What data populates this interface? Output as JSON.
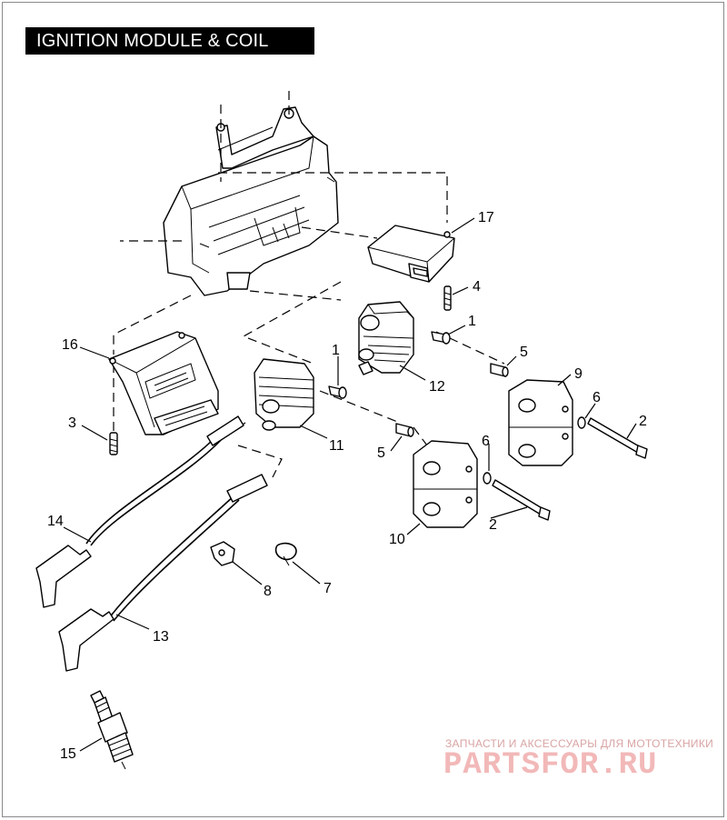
{
  "title": "IGNITION MODULE & COIL",
  "callouts": [
    {
      "id": "c17",
      "label": "17"
    },
    {
      "id": "c4",
      "label": "4"
    },
    {
      "id": "c1a",
      "label": "1"
    },
    {
      "id": "c1b",
      "label": "1"
    },
    {
      "id": "c5a",
      "label": "5"
    },
    {
      "id": "c5b",
      "label": "5"
    },
    {
      "id": "c9",
      "label": "9"
    },
    {
      "id": "c6a",
      "label": "6"
    },
    {
      "id": "c6b",
      "label": "6"
    },
    {
      "id": "c2a",
      "label": "2"
    },
    {
      "id": "c2b",
      "label": "2"
    },
    {
      "id": "c12",
      "label": "12"
    },
    {
      "id": "c11",
      "label": "11"
    },
    {
      "id": "c16",
      "label": "16"
    },
    {
      "id": "c3",
      "label": "3"
    },
    {
      "id": "c10",
      "label": "10"
    },
    {
      "id": "c14",
      "label": "14"
    },
    {
      "id": "c13",
      "label": "13"
    },
    {
      "id": "c8",
      "label": "8"
    },
    {
      "id": "c7",
      "label": "7"
    },
    {
      "id": "c15",
      "label": "15"
    }
  ],
  "watermark": {
    "tagline": "ЗАПЧАСТИ И АКСЕССУАРЫ ДЛЯ МОТОТЕХНИКИ",
    "brand": "PARTSFOR.RU",
    "color": "#e9a0a0"
  }
}
